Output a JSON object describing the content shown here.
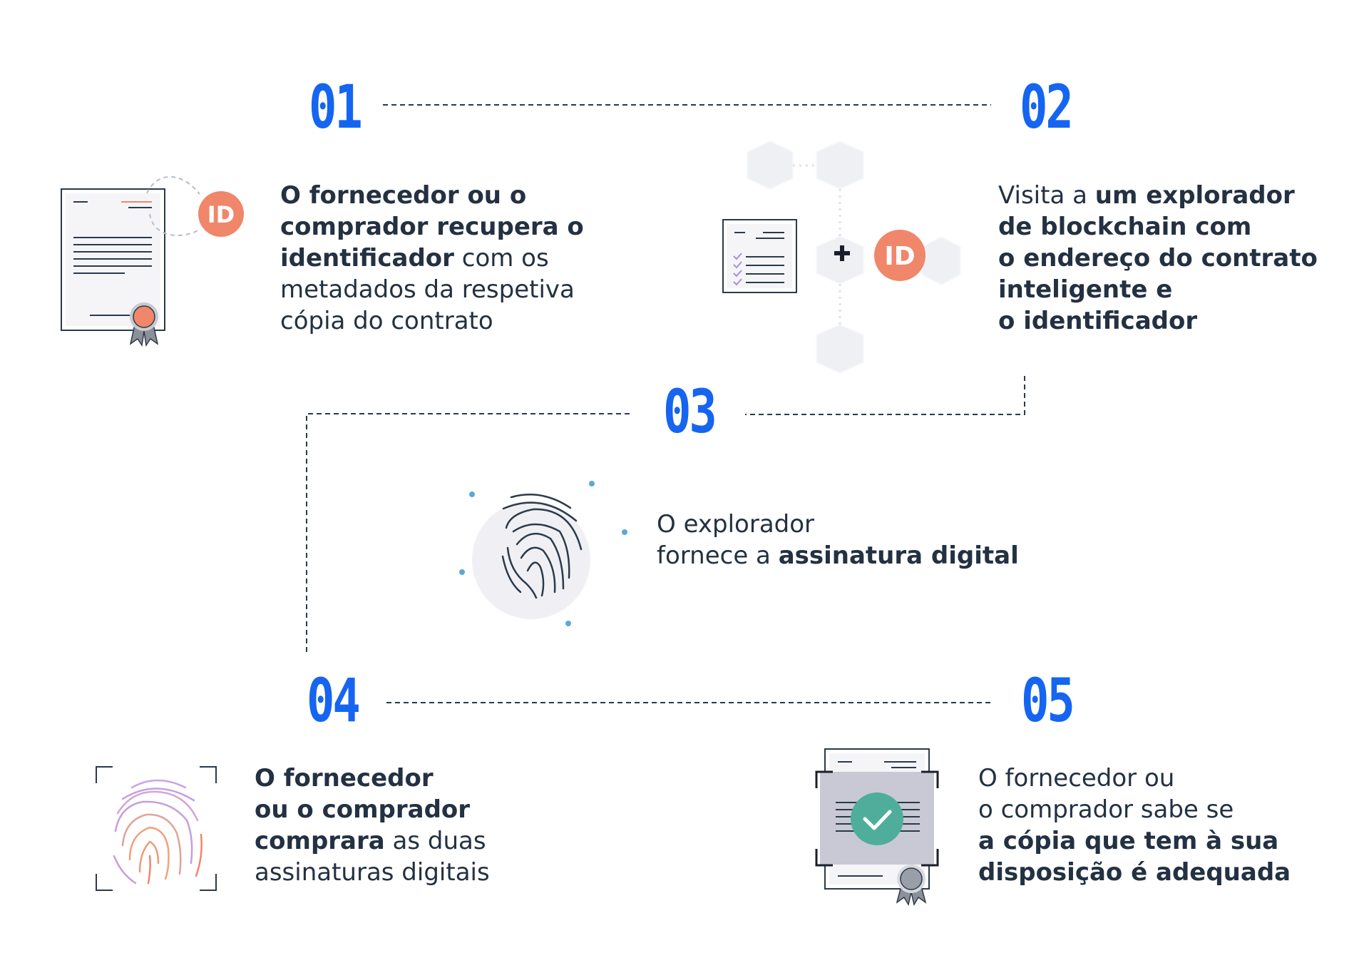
{
  "steps": [
    {
      "number": "01",
      "lines": [
        [
          {
            "t": "O fornecedor ou o",
            "b": true
          }
        ],
        [
          {
            "t": "comprador recupera o",
            "b": true
          }
        ],
        [
          {
            "t": "identificador",
            "b": true
          },
          {
            "t": " com os",
            "b": false
          }
        ],
        [
          {
            "t": "metadados da respetiva",
            "b": false
          }
        ],
        [
          {
            "t": "cópia do contrato",
            "b": false
          }
        ]
      ]
    },
    {
      "number": "02",
      "lines": [
        [
          {
            "t": "Visita a ",
            "b": false
          },
          {
            "t": "um explorador",
            "b": true
          }
        ],
        [
          {
            "t": "de blockchain com",
            "b": true
          }
        ],
        [
          {
            "t": "o endereço do contrato",
            "b": true
          }
        ],
        [
          {
            "t": "inteligente e",
            "b": true
          }
        ],
        [
          {
            "t": "o identificador",
            "b": true
          }
        ]
      ]
    },
    {
      "number": "03",
      "lines": [
        [
          {
            "t": "O explorador",
            "b": false
          }
        ],
        [
          {
            "t": "fornece a ",
            "b": false
          },
          {
            "t": "assinatura digital",
            "b": true
          }
        ]
      ]
    },
    {
      "number": "04",
      "lines": [
        [
          {
            "t": "O fornecedor",
            "b": true
          }
        ],
        [
          {
            "t": "ou o comprador",
            "b": true
          }
        ],
        [
          {
            "t": "comprara",
            "b": true
          },
          {
            "t": " as duas",
            "b": false
          }
        ],
        [
          {
            "t": "assinaturas digitais",
            "b": false
          }
        ]
      ]
    },
    {
      "number": "05",
      "lines": [
        [
          {
            "t": "O fornecedor ou",
            "b": false
          }
        ],
        [
          {
            "t": "o comprador sabe se",
            "b": false
          }
        ],
        [
          {
            "t": "a cópia que tem à sua",
            "b": true
          }
        ],
        [
          {
            "t": "disposição é adequada",
            "b": true
          }
        ]
      ]
    }
  ],
  "badges": {
    "id_label": "ID"
  },
  "colors": {
    "number": "#1565f0",
    "text": "#233142",
    "accent_orange": "#f0866a",
    "check_green": "#4fae9b",
    "dot_blue": "#5aa9d6",
    "connector": "#2b3a4a"
  },
  "icons": [
    "certificate-icon",
    "blockchain-cubes-icon",
    "fingerprint-icon",
    "fingerprint-scan-icon",
    "verified-document-icon"
  ]
}
